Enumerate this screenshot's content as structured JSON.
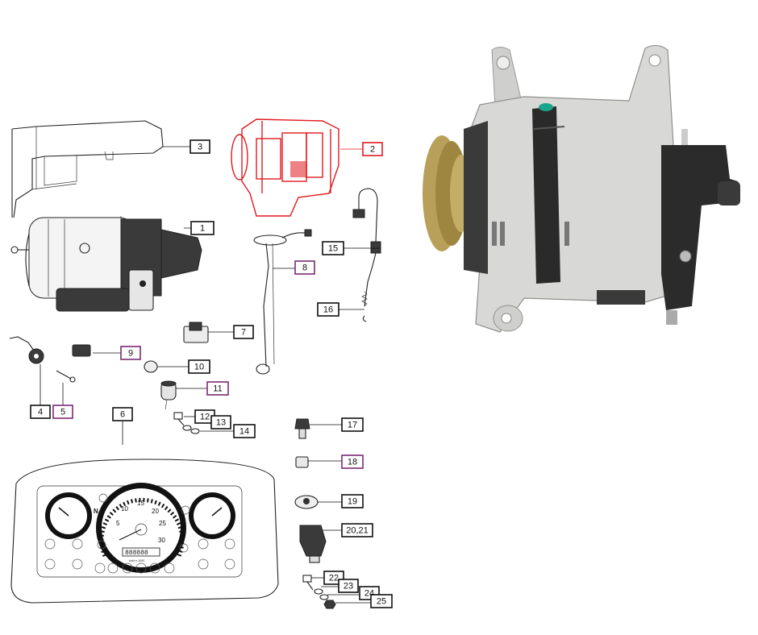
{
  "callouts": [
    {
      "id": "1",
      "label": "1",
      "style": "black"
    },
    {
      "id": "2",
      "label": "2",
      "style": "red"
    },
    {
      "id": "3",
      "label": "3",
      "style": "black"
    },
    {
      "id": "4",
      "label": "4",
      "style": "black"
    },
    {
      "id": "5",
      "label": "5",
      "style": "purple"
    },
    {
      "id": "6",
      "label": "6",
      "style": "black"
    },
    {
      "id": "7",
      "label": "7",
      "style": "black"
    },
    {
      "id": "8",
      "label": "8",
      "style": "purple"
    },
    {
      "id": "9",
      "label": "9",
      "style": "purple"
    },
    {
      "id": "10",
      "label": "10",
      "style": "black"
    },
    {
      "id": "11",
      "label": "11",
      "style": "purple"
    },
    {
      "id": "12",
      "label": "12",
      "style": "black"
    },
    {
      "id": "13",
      "label": "13",
      "style": "black"
    },
    {
      "id": "14",
      "label": "14",
      "style": "black"
    },
    {
      "id": "15",
      "label": "15",
      "style": "black"
    },
    {
      "id": "16",
      "label": "16",
      "style": "black"
    },
    {
      "id": "17",
      "label": "17",
      "style": "black"
    },
    {
      "id": "18",
      "label": "18",
      "style": "purple"
    },
    {
      "id": "19",
      "label": "19",
      "style": "black"
    },
    {
      "id": "20",
      "label": "20,21",
      "style": "black"
    },
    {
      "id": "22",
      "label": "22",
      "style": "black"
    },
    {
      "id": "23",
      "label": "23",
      "style": "black"
    },
    {
      "id": "24",
      "label": "24",
      "style": "black"
    },
    {
      "id": "25",
      "label": "25",
      "style": "black"
    }
  ],
  "dashboard": {
    "speed_ticks": [
      "5",
      "10",
      "15",
      "20",
      "25",
      "30"
    ],
    "gear_letter": "N",
    "odometer": "888888",
    "unit": "km/h x 1000"
  },
  "colors": {
    "callout_black": "#111111",
    "callout_purple": "#7b2a73",
    "callout_red": "#e0191f",
    "photo_body": "#d8d9d6",
    "photo_pulley": "#b8a05a",
    "photo_belt": "#2a2a2a",
    "photo_tag": "#1aa58a"
  }
}
